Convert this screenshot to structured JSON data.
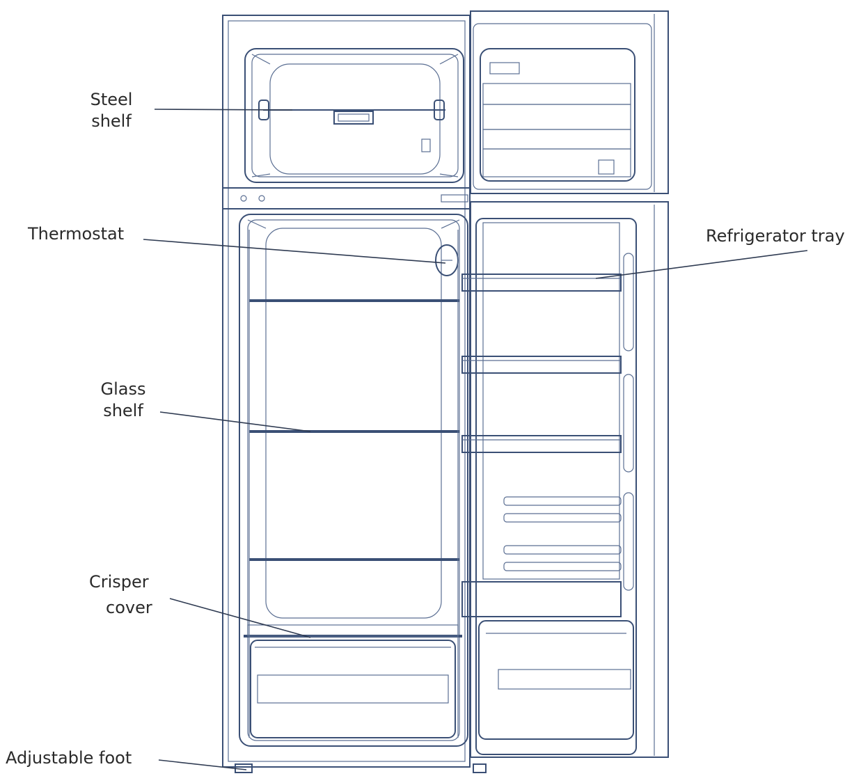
{
  "labels": {
    "steel_shelf_line1": "Steel",
    "steel_shelf_line2": "shelf",
    "thermostat": "Thermostat",
    "refrigerator_tray": "Refrigerator tray",
    "glass_shelf_line1": "Glass",
    "glass_shelf_line2": "shelf",
    "crisper_cover_line1": "Crisper",
    "crisper_cover_line2": "cover",
    "adjustable_foot": "Adjustable foot"
  },
  "colors": {
    "outline": "#3a4f75",
    "text": "#2a2a2a",
    "background": "#ffffff"
  }
}
